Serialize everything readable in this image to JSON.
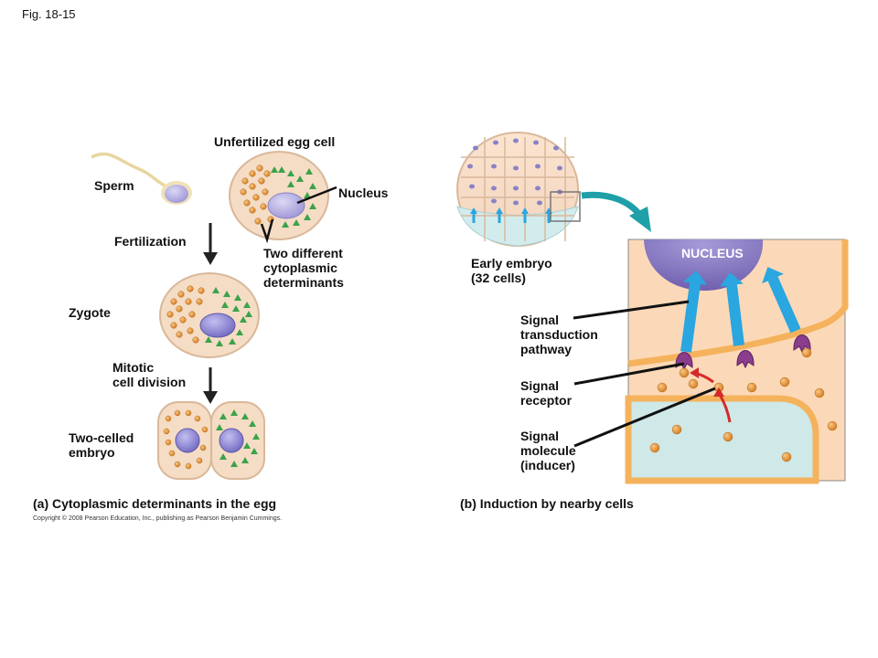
{
  "figure_label": "Fig. 18-15",
  "copyright": "Copyright © 2008 Pearson Education, Inc., publishing as Pearson Benjamin Cummings.",
  "panel_a": {
    "caption": "(a) Cytoplasmic determinants in the egg",
    "labels": {
      "unfertilized_egg": "Unfertilized egg cell",
      "sperm": "Sperm",
      "nucleus": "Nucleus",
      "fertilization": "Fertilization",
      "determinants": "Two different\ncytoplasmic\ndeterminants",
      "zygote": "Zygote",
      "mitotic": "Mitotic\ncell division",
      "two_celled": "Two-celled\nembryo"
    }
  },
  "panel_b": {
    "caption": "(b) Induction by nearby cells",
    "labels": {
      "early_embryo": "Early embryo\n(32 cells)",
      "nucleus": "NUCLEUS",
      "transduction": "Signal\ntransduction\npathway",
      "receptor": "Signal\nreceptor",
      "molecule": "Signal\nmolecule\n(inducer)"
    }
  },
  "colors": {
    "cytoplasm": "#f5dcc4",
    "cell_border": "#d9b89a",
    "nucleus": "#a9a2dc",
    "orange_dot": "#e89a3c",
    "green_triangle": "#3aa34a",
    "blue_arrow": "#2aa6e0",
    "receptor": "#8a3d8c",
    "red_arrow": "#d42a2a",
    "membrane": "#f5b25c",
    "lower_cell": "#cfe8e8",
    "teal_arrow": "#1fa0a8"
  }
}
